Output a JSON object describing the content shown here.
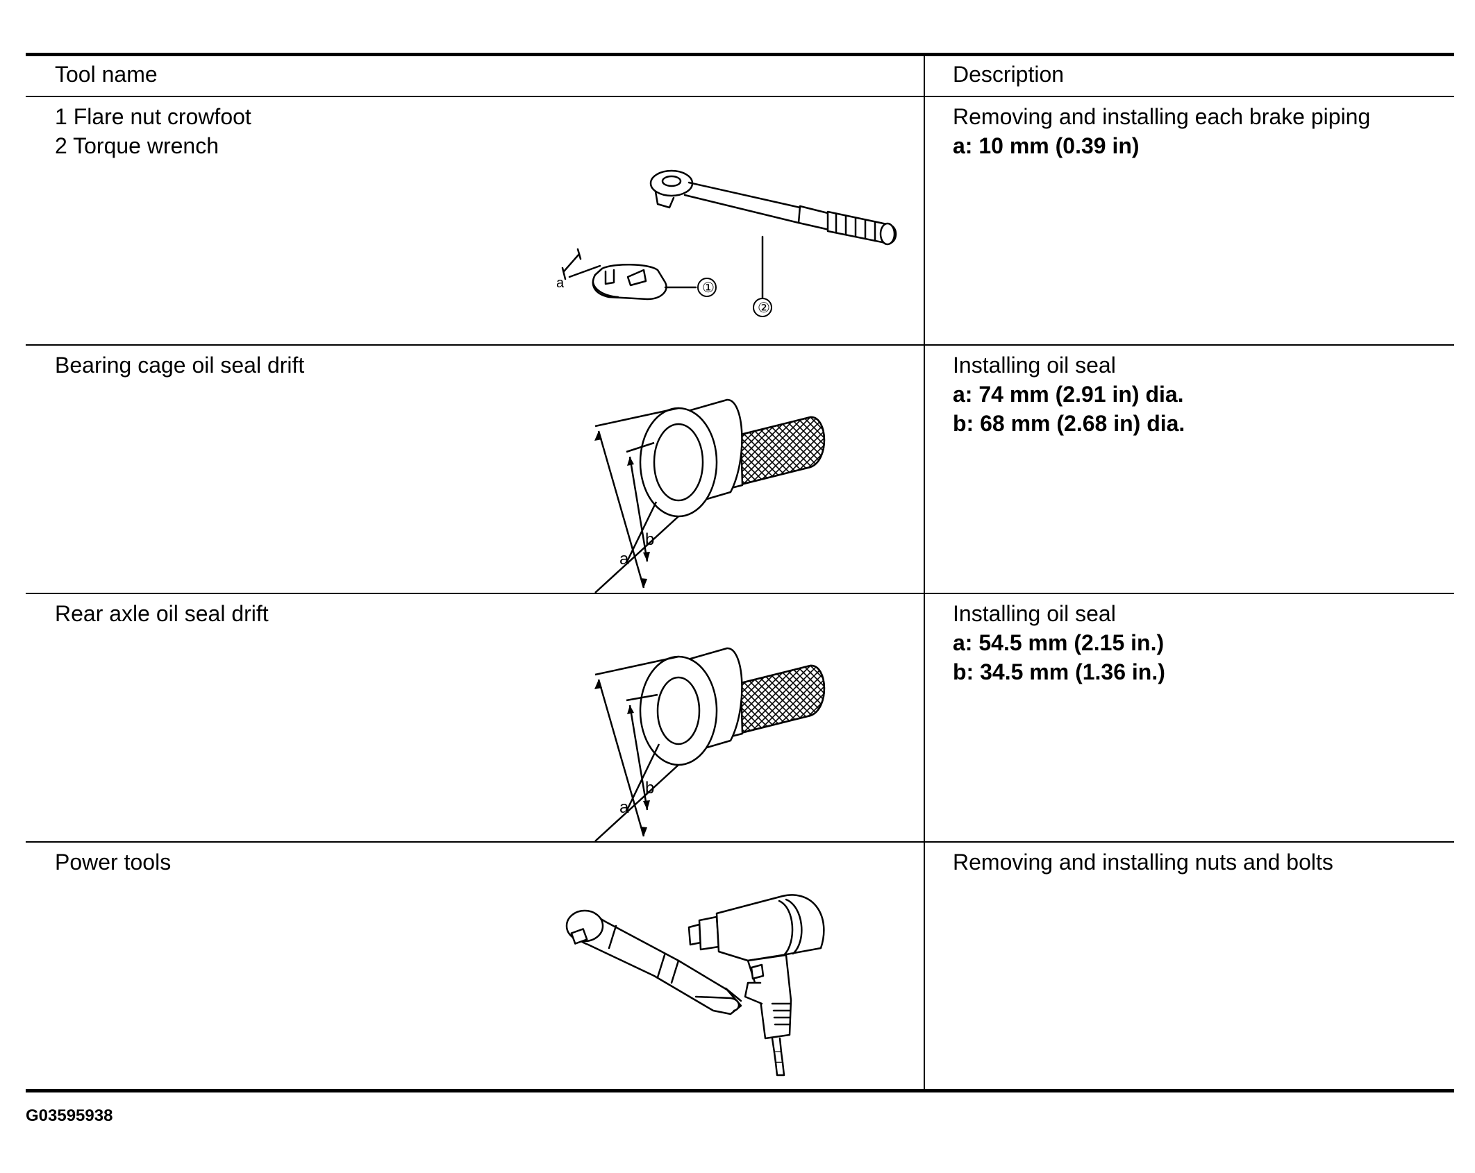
{
  "table": {
    "headers": {
      "tool_name": "Tool name",
      "description": "Description"
    },
    "rows": [
      {
        "tool_lines": [
          "1 Flare nut crowfoot",
          "2 Torque wrench"
        ],
        "desc_main": "Removing and installing each brake piping",
        "desc_specs": [
          "a: 10 mm (0.39 in)"
        ],
        "callouts": [
          "a",
          "①",
          "②"
        ]
      },
      {
        "tool_lines": [
          "Bearing cage oil seal drift"
        ],
        "desc_main": "Installing oil seal",
        "desc_specs": [
          "a: 74 mm (2.91 in) dia.",
          "b: 68 mm (2.68 in) dia."
        ],
        "callouts": [
          "a",
          "b"
        ]
      },
      {
        "tool_lines": [
          "Rear axle oil seal drift"
        ],
        "desc_main": "Installing oil seal",
        "desc_specs": [
          "a: 54.5 mm (2.15 in.)",
          "b: 34.5 mm (1.36 in.)"
        ],
        "callouts": [
          "a",
          "b"
        ]
      },
      {
        "tool_lines": [
          "Power tools"
        ],
        "desc_main": "Removing and installing nuts and bolts",
        "desc_specs": []
      }
    ]
  },
  "footer": {
    "figure_code": "G03595938"
  }
}
